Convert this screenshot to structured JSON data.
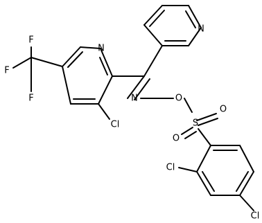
{
  "structure": {
    "atoms": {
      "F1": "F",
      "F2": "F",
      "F3": "F",
      "N_pyridine_left": "N",
      "Cl_pyridine": "Cl",
      "N_pyridine_top": "N",
      "N_oxime": "N",
      "O_oxime": "O",
      "S": "S",
      "O_sulfonyl_1": "O",
      "O_sulfonyl_2": "O",
      "Cl_benzene_ortho": "Cl",
      "Cl_benzene_para": "Cl"
    }
  }
}
